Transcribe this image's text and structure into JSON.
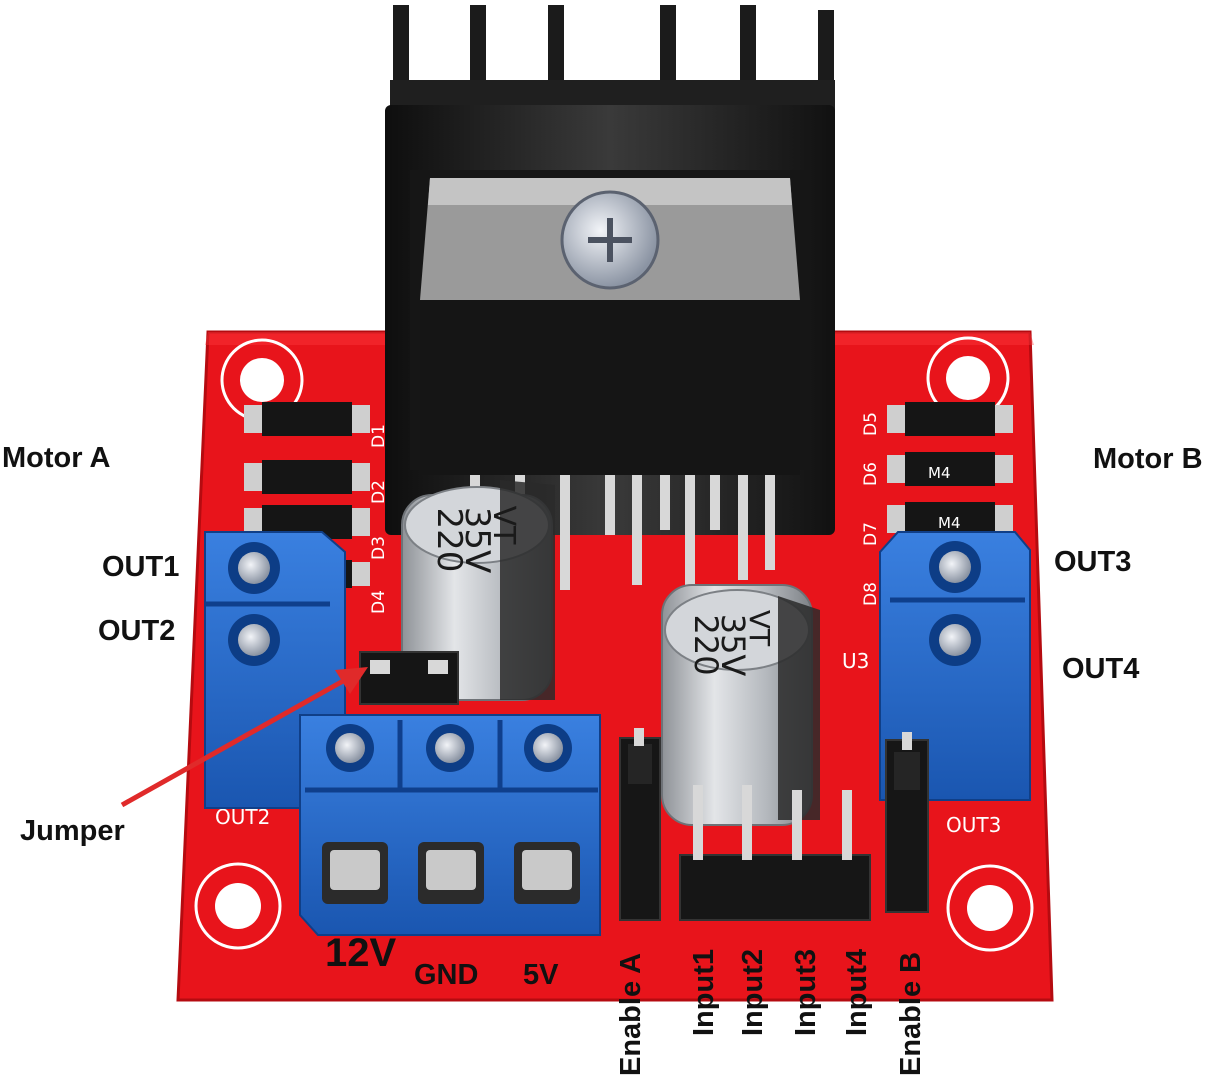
{
  "labels": {
    "motor_a": "Motor A",
    "motor_b": "Motor B",
    "out1": "OUT1",
    "out2": "OUT2",
    "out3": "OUT3",
    "out4": "OUT4",
    "jumper": "Jumper",
    "v12": "12V",
    "gnd": "GND",
    "v5": "5V",
    "enable_a": "Enable A",
    "input1": "Input1",
    "input2": "Input2",
    "input3": "Input3",
    "input4": "Input4",
    "enable_b": "Enable B"
  },
  "silkscreen": {
    "d1": "D1",
    "d2": "D2",
    "d3": "D3",
    "d4": "D4",
    "d5": "D5",
    "d6": "D6",
    "d7": "D7",
    "d8": "D8",
    "u3": "U3",
    "out2_pcb": "OUT2",
    "out3_pcb": "OUT3",
    "m4": "M4"
  },
  "capacitor": {
    "line1": "220",
    "line2": "35V",
    "line3": "VT"
  },
  "colors": {
    "pcb": "#e8141b",
    "terminal": "#1f63c9",
    "arrow": "#e02a2a",
    "heatsink": "#1b1b1b",
    "capacitor": "#b9bcc0"
  }
}
